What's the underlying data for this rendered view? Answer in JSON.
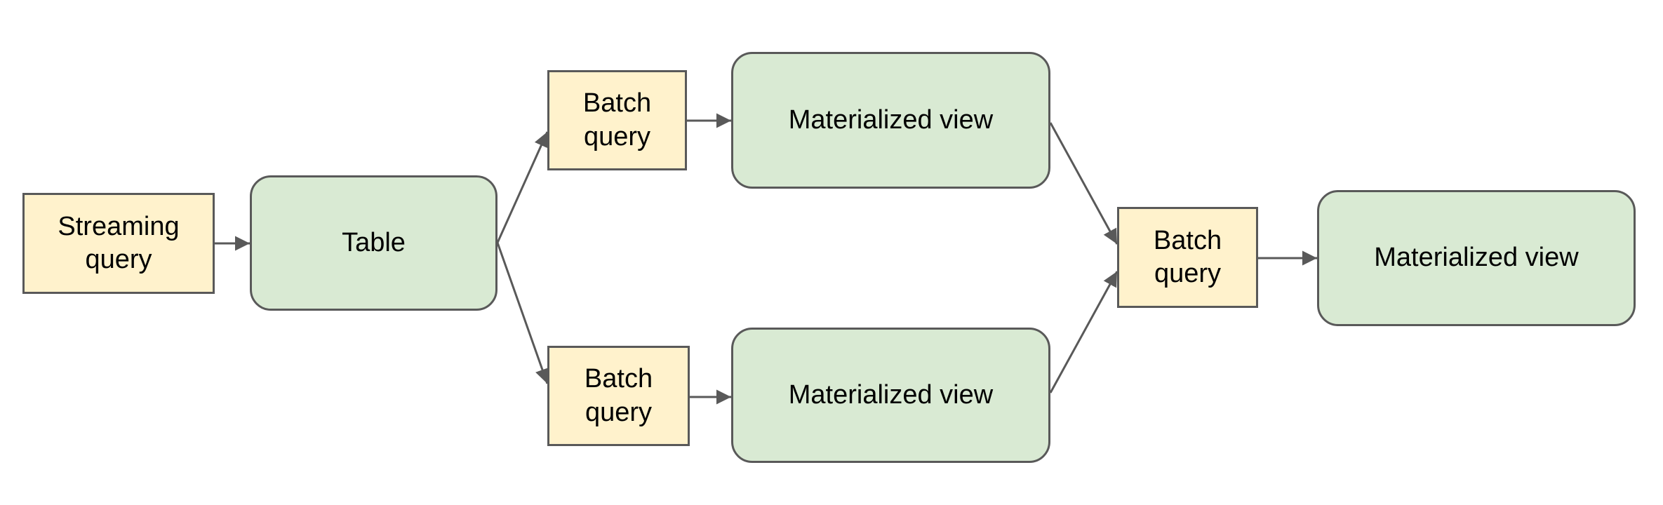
{
  "diagram": {
    "nodes": [
      {
        "id": "streaming-query",
        "label": "Streaming query",
        "kind": "query",
        "fill": "#FFF2CC"
      },
      {
        "id": "table",
        "label": "Table",
        "kind": "table",
        "fill": "#D9EAD3"
      },
      {
        "id": "batch-query-top",
        "label": "Batch query",
        "kind": "query",
        "fill": "#FFF2CC"
      },
      {
        "id": "materialized-view-top",
        "label": "Materialized view",
        "kind": "table",
        "fill": "#D9EAD3"
      },
      {
        "id": "batch-query-bottom",
        "label": "Batch query",
        "kind": "query",
        "fill": "#FFF2CC"
      },
      {
        "id": "materialized-view-bottom",
        "label": "Materialized view",
        "kind": "table",
        "fill": "#D9EAD3"
      },
      {
        "id": "batch-query-merge",
        "label": "Batch query",
        "kind": "query",
        "fill": "#FFF2CC"
      },
      {
        "id": "materialized-view-final",
        "label": "Materialized view",
        "kind": "table",
        "fill": "#D9EAD3"
      }
    ],
    "edges": [
      {
        "from": "streaming-query",
        "to": "table"
      },
      {
        "from": "table",
        "to": "batch-query-top"
      },
      {
        "from": "table",
        "to": "batch-query-bottom"
      },
      {
        "from": "batch-query-top",
        "to": "materialized-view-top"
      },
      {
        "from": "batch-query-bottom",
        "to": "materialized-view-bottom"
      },
      {
        "from": "materialized-view-top",
        "to": "batch-query-merge"
      },
      {
        "from": "materialized-view-bottom",
        "to": "batch-query-merge"
      },
      {
        "from": "batch-query-merge",
        "to": "materialized-view-final"
      }
    ],
    "colors": {
      "query_fill": "#FFF2CC",
      "table_fill": "#D9EAD3",
      "border": "#595959",
      "arrow": "#595959",
      "text": "#000000",
      "background": "#FFFFFF"
    }
  }
}
